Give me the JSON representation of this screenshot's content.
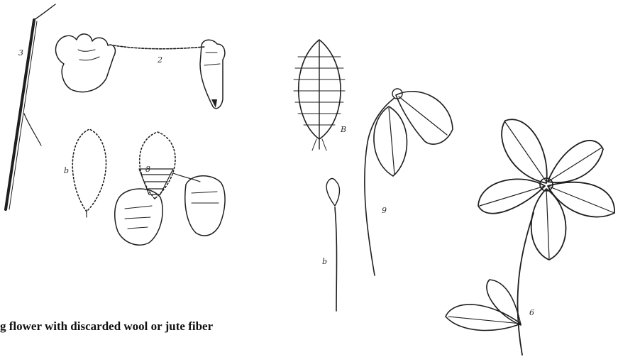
{
  "caption": "g flower with discarded wool or jute fiber",
  "figure_labels": [
    "3",
    "2",
    "8",
    "b",
    "B",
    "9",
    "b",
    "6"
  ],
  "icons": [
    "needle-icon",
    "hand-icon",
    "petal-icon",
    "stem-icon",
    "flower-icon",
    "leaf-icon"
  ],
  "colors": {
    "ink": "#1f1f1f",
    "background": "#ffffff"
  }
}
